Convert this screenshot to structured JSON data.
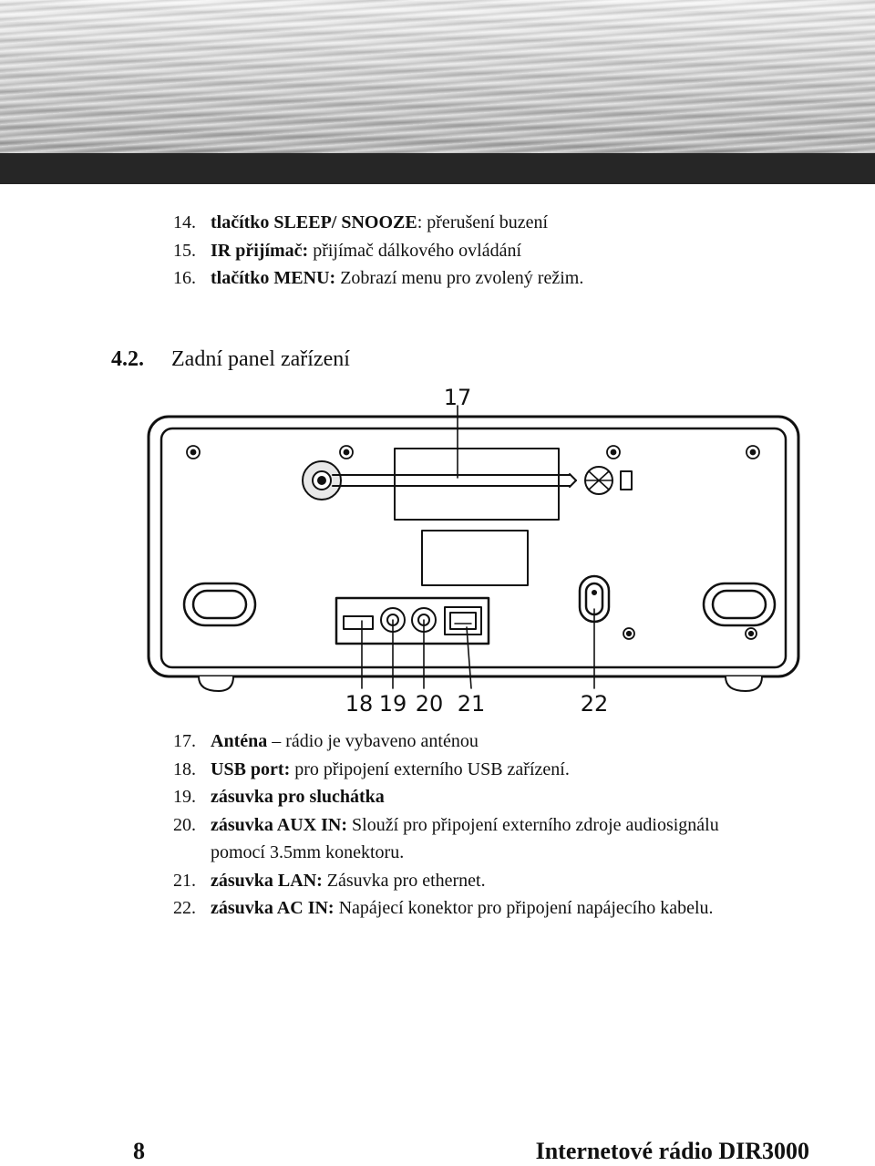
{
  "top_list": [
    {
      "num": "14.",
      "bold": "tlačítko SLEEP/ SNOOZE",
      "rest": ": přerušení buzení"
    },
    {
      "num": "15.",
      "bold": "IR přijímač:",
      "rest": " přijímač dálkového ovládání"
    },
    {
      "num": "16.",
      "bold": "tlačítko MENU:",
      "rest": " Zobrazí menu pro zvolený režim."
    }
  ],
  "section": {
    "number": "4.2.",
    "title": "Zadní panel zařízení"
  },
  "diagram": {
    "callouts": [
      "17",
      "18",
      "19",
      "20",
      "21",
      "22"
    ]
  },
  "bottom_list": [
    {
      "num": "17.",
      "bold": "Anténa",
      "rest": " – rádio je vybaveno anténou",
      "cont": ""
    },
    {
      "num": "18.",
      "bold": "USB port:",
      "rest": " pro připojení externího USB zařízení.",
      "cont": ""
    },
    {
      "num": "19.",
      "bold": "zásuvka pro sluchátka",
      "rest": "",
      "cont": ""
    },
    {
      "num": "20.",
      "bold": "zásuvka AUX IN:",
      "rest": " Slouží pro připojení externího zdroje audiosignálu",
      "cont": "pomocí 3.5mm konektoru."
    },
    {
      "num": "21.",
      "bold": "zásuvka LAN:",
      "rest": " Zásuvka pro ethernet.",
      "cont": ""
    },
    {
      "num": "22.",
      "bold": "zásuvka AC IN:",
      "rest": " Napájecí konektor pro připojení napájecího kabelu.",
      "cont": ""
    }
  ],
  "footer": {
    "page_number": "8",
    "product": "Internetové rádio DIR3000"
  }
}
